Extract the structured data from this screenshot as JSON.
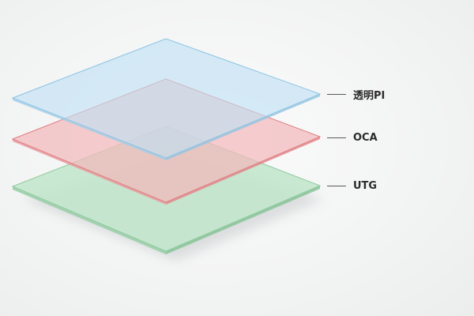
{
  "layers": [
    {
      "label": "透明PI",
      "color": "#bfe0f3",
      "edge": "#8cc3e4"
    },
    {
      "label": "OCA",
      "color": "#f3b9bb",
      "edge": "#e07c80"
    },
    {
      "label": "UTG",
      "color": "#c3e6cc",
      "edge": "#8fcaa0"
    }
  ]
}
